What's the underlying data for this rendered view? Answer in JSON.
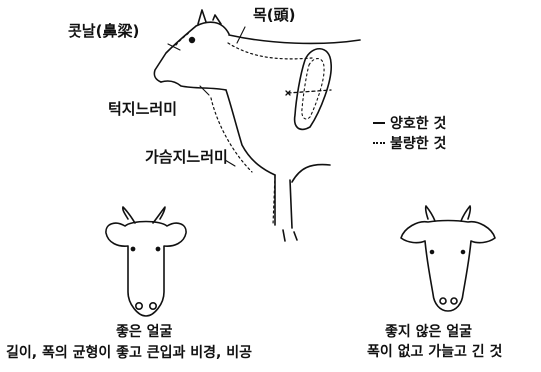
{
  "labels": {
    "nose": "콧날(鼻梁)",
    "neck": "목(頭)",
    "chin": "턱지느러미",
    "brisket": "가슴지느러미"
  },
  "legend": {
    "good": "양호한 것",
    "poor": "불량한 것"
  },
  "faces": {
    "good_title": "좋은 얼굴",
    "good_desc": "길이, 폭의 균형이 좋고 큰입과 비경, 비공",
    "poor_title": "좋지 않은 얼굴",
    "poor_desc": "폭이 없고 가늘고 긴 것"
  }
}
